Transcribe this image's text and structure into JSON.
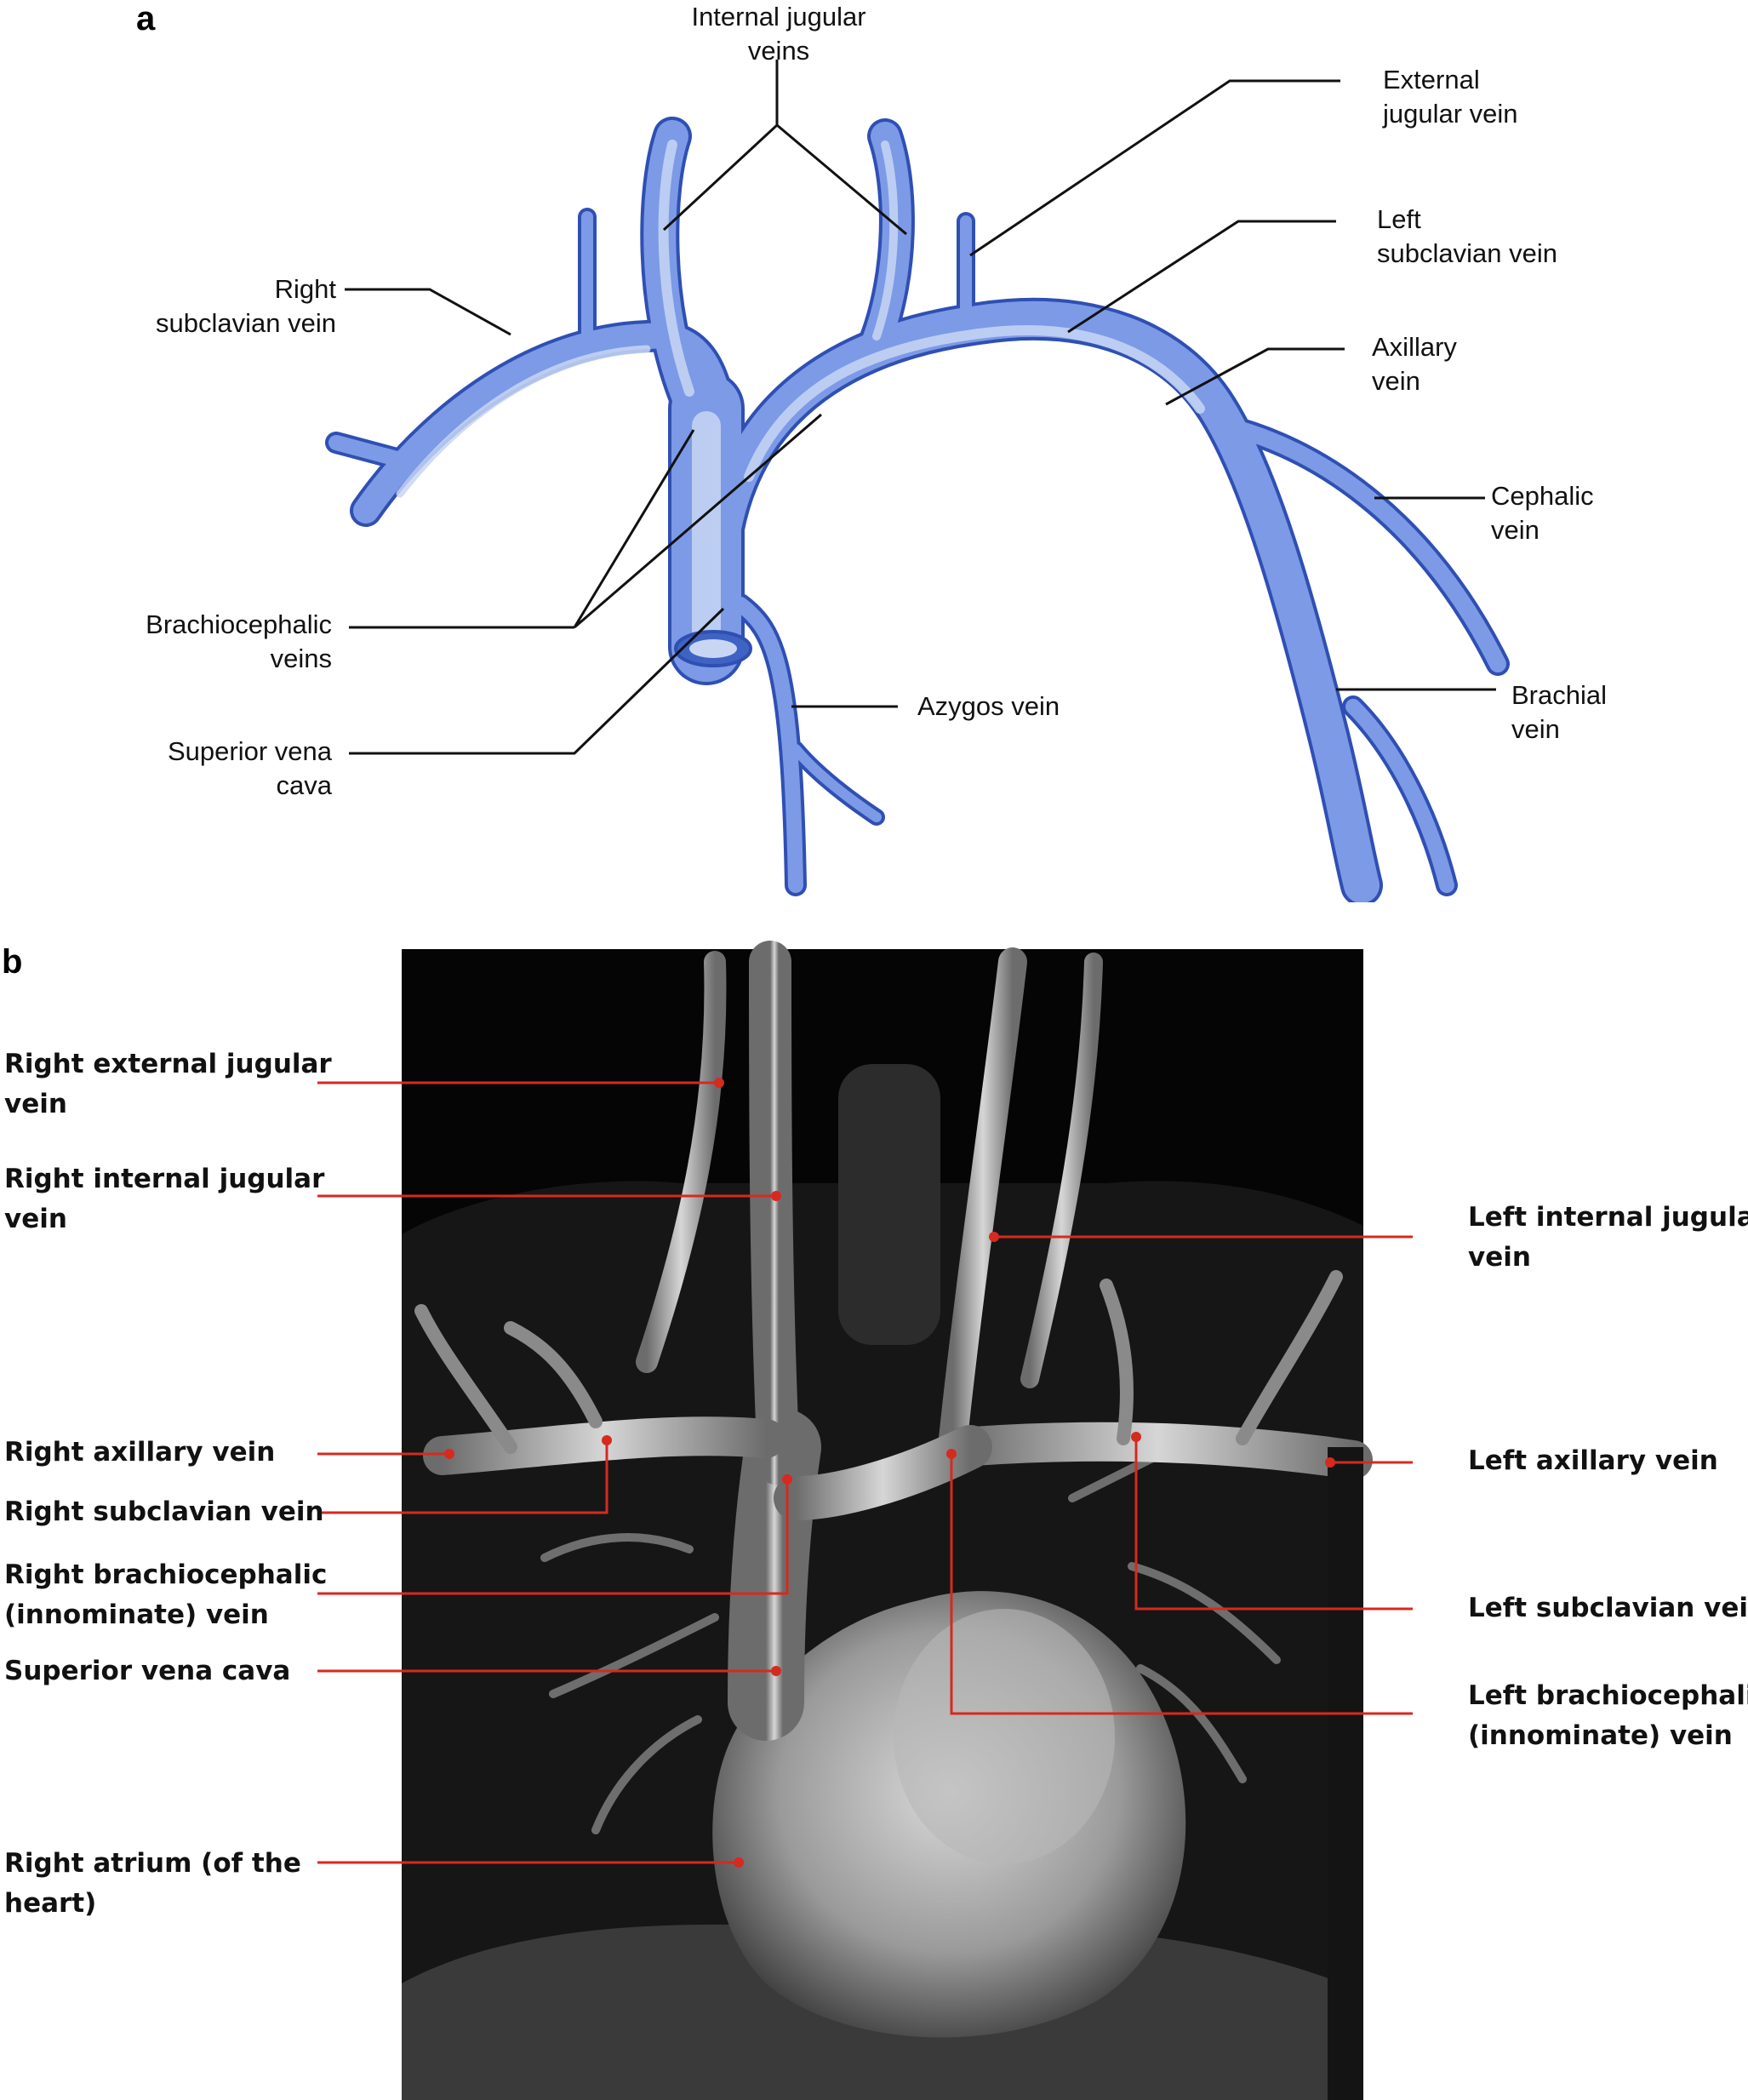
{
  "panel_a": {
    "letter": "a",
    "labels": {
      "internal_jugular": "Internal jugular\nveins",
      "external_jugular": "External\njugular vein",
      "left_subclavian": "Left\nsubclavian vein",
      "right_subclavian": "Right\nsubclavian vein",
      "axillary": "Axillary\nvein",
      "cephalic": "Cephalic\nvein",
      "brachiocephalic": "Brachiocephalic\nveins",
      "azygos": "Azygos vein",
      "superior_vena_cava": "Superior vena\ncava",
      "brachial": "Brachial\nvein"
    },
    "colors": {
      "vein_fill": "#5b7fd6",
      "vein_highlight": "#c8d6f4",
      "vein_outline": "#2f4fb3",
      "leader": "#111111"
    }
  },
  "panel_b": {
    "letter": "b",
    "labels": {
      "right_external_jugular": "Right external jugular\nvein",
      "right_internal_jugular": "Right internal jugular\nvein",
      "right_axillary": "Right axillary vein",
      "right_subclavian": "Right subclavian vein",
      "right_brachiocephalic": "Right brachiocephalic\n(innominate) vein",
      "superior_vena_cava": "Superior vena cava",
      "right_atrium": "Right atrium (of the\nheart)",
      "left_internal_jugular": "Left internal jugular\nvein",
      "left_axillary": "Left axillary vein",
      "left_subclavian": "Left subclavian vein",
      "left_brachiocephalic": "Left brachiocephalic\n(innominate) vein"
    },
    "colors": {
      "leader": "#d62a1e",
      "background": "#000000"
    }
  }
}
